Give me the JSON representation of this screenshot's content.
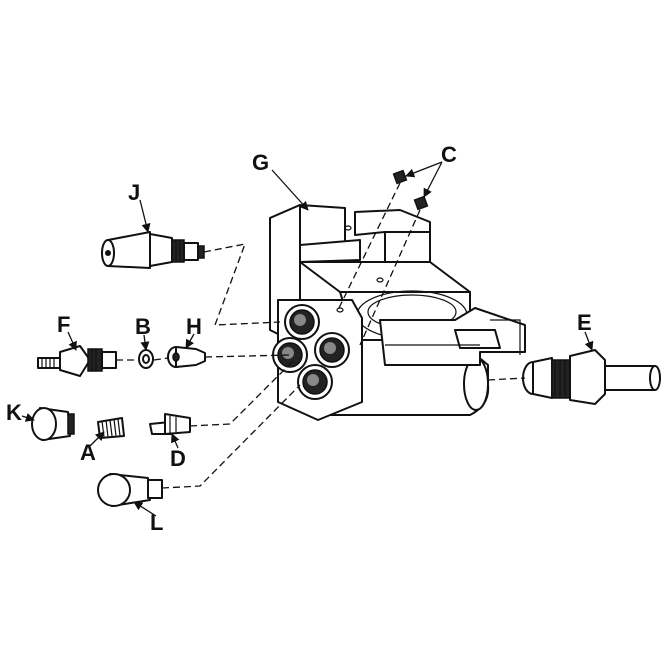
{
  "diagram": {
    "labels": {
      "A": "A",
      "B": "B",
      "C": "C",
      "D": "D",
      "E": "E",
      "F": "F",
      "G": "G",
      "H": "H",
      "J": "J",
      "K": "K",
      "L": "L"
    }
  }
}
